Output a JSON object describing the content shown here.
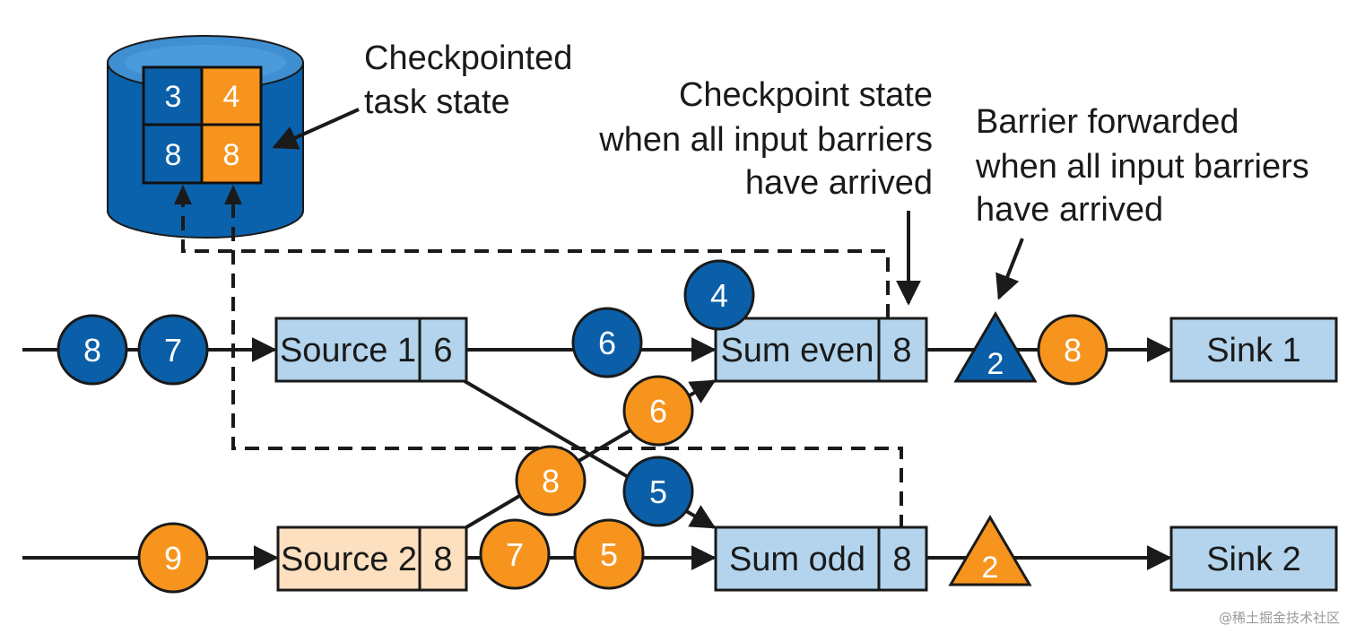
{
  "colors": {
    "blue": "#0a5fa8",
    "orange": "#f7941d",
    "box_blue": "#b3d4ec",
    "box_peach": "#fde0c0",
    "db_blue": "#0a62ad",
    "line": "#1a1a1a"
  },
  "storage": {
    "icon": "database-icon",
    "cells": [
      "3",
      "4",
      "8",
      "8"
    ],
    "label_line1": "Checkpointed",
    "label_line2": "task state"
  },
  "callouts": {
    "checkpoint_state": [
      "Checkpoint state",
      "when all input barriers",
      "have arrived"
    ],
    "barrier_forwarded": [
      "Barrier forwarded",
      "when all input barriers",
      "have arrived"
    ]
  },
  "tasks": {
    "source1": {
      "label": "Source 1",
      "state": "6"
    },
    "source2": {
      "label": "Source 2",
      "state": "8"
    },
    "sum_even": {
      "label": "Sum even",
      "state": "8"
    },
    "sum_odd": {
      "label": "Sum odd",
      "state": "8"
    },
    "sink1": {
      "label": "Sink 1"
    },
    "sink2": {
      "label": "Sink 2"
    }
  },
  "records": {
    "in1_a": "8",
    "in1_b": "7",
    "s1_to_even": "6",
    "above_even": "4",
    "cross_to_even_a": "6",
    "cross_to_even_b": "8",
    "s1_to_odd": "5",
    "in2": "9",
    "s2_to_odd_a": "7",
    "s2_to_odd_b": "5",
    "even_out": "8"
  },
  "barriers": {
    "even_out": "2",
    "odd_out": "2"
  },
  "watermark": "@稀土掘金技术社区"
}
